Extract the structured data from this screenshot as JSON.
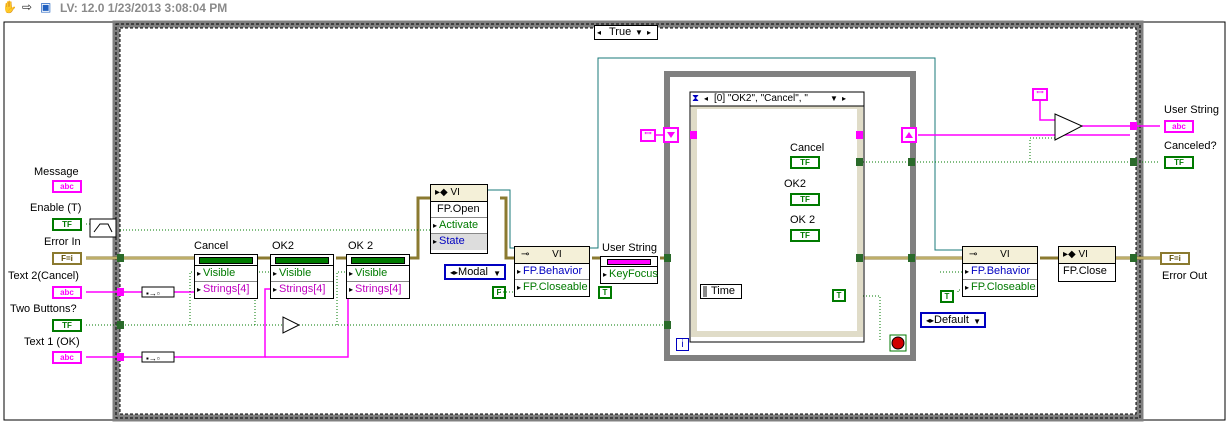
{
  "header": {
    "title": "LV: 12.0 1/23/2013 3:08:04 PM",
    "icons": [
      "hand-icon",
      "run-arrow-icon",
      "vi-icon"
    ]
  },
  "case_selector": {
    "value": "True"
  },
  "event_selector": {
    "value": "[0] \"OK2\", \"Cancel\", \""
  },
  "controls": {
    "message": "Message",
    "enable": "Enable (T)",
    "error_in": "Error In",
    "text2": "Text 2(Cancel)",
    "two_buttons": "Two Buttons?",
    "text1": "Text 1 (OK)"
  },
  "indicators": {
    "user_string": "User String",
    "canceled": "Canceled?",
    "error_out": "Error Out"
  },
  "terminal_glyphs": {
    "string": "abc",
    "bool": "TF",
    "error": "F=i"
  },
  "property_nodes": {
    "cancel": {
      "label": "Cancel",
      "props": [
        "Visible",
        "Strings[4]"
      ]
    },
    "ok2": {
      "label": "OK2",
      "props": [
        "Visible",
        "Strings[4]"
      ]
    },
    "ok_2": {
      "label": "OK 2",
      "props": [
        "Visible",
        "Strings[4]"
      ]
    },
    "fp_open": {
      "head": "VI",
      "props": [
        "FP.Open",
        "Activate",
        "State"
      ]
    },
    "fp_behavior1": {
      "head": "VI",
      "props": [
        "FP.Behavior",
        "FP.Closeable"
      ]
    },
    "user_string_node": {
      "label": "User String",
      "props": [
        "KeyFocus"
      ]
    },
    "fp_behavior2": {
      "head": "VI",
      "props": [
        "FP.Behavior",
        "FP.Closeable"
      ]
    },
    "fp_close": {
      "head": "VI",
      "props": [
        "FP.Close"
      ]
    }
  },
  "enums": {
    "modal": "Modal",
    "default": "Default"
  },
  "constants": {
    "false": "F",
    "true": "T",
    "empty_string": "\"\""
  },
  "event_case": {
    "terms": [
      "Cancel",
      "OK2",
      "OK 2"
    ],
    "time": "Time",
    "iteration": "i"
  },
  "colors": {
    "error_wire": "#8b7a30",
    "string_wire": "#ff00ff",
    "bool_wire": "#007a00",
    "ref_wire": "#1a7a7a",
    "frame": "#808080"
  }
}
